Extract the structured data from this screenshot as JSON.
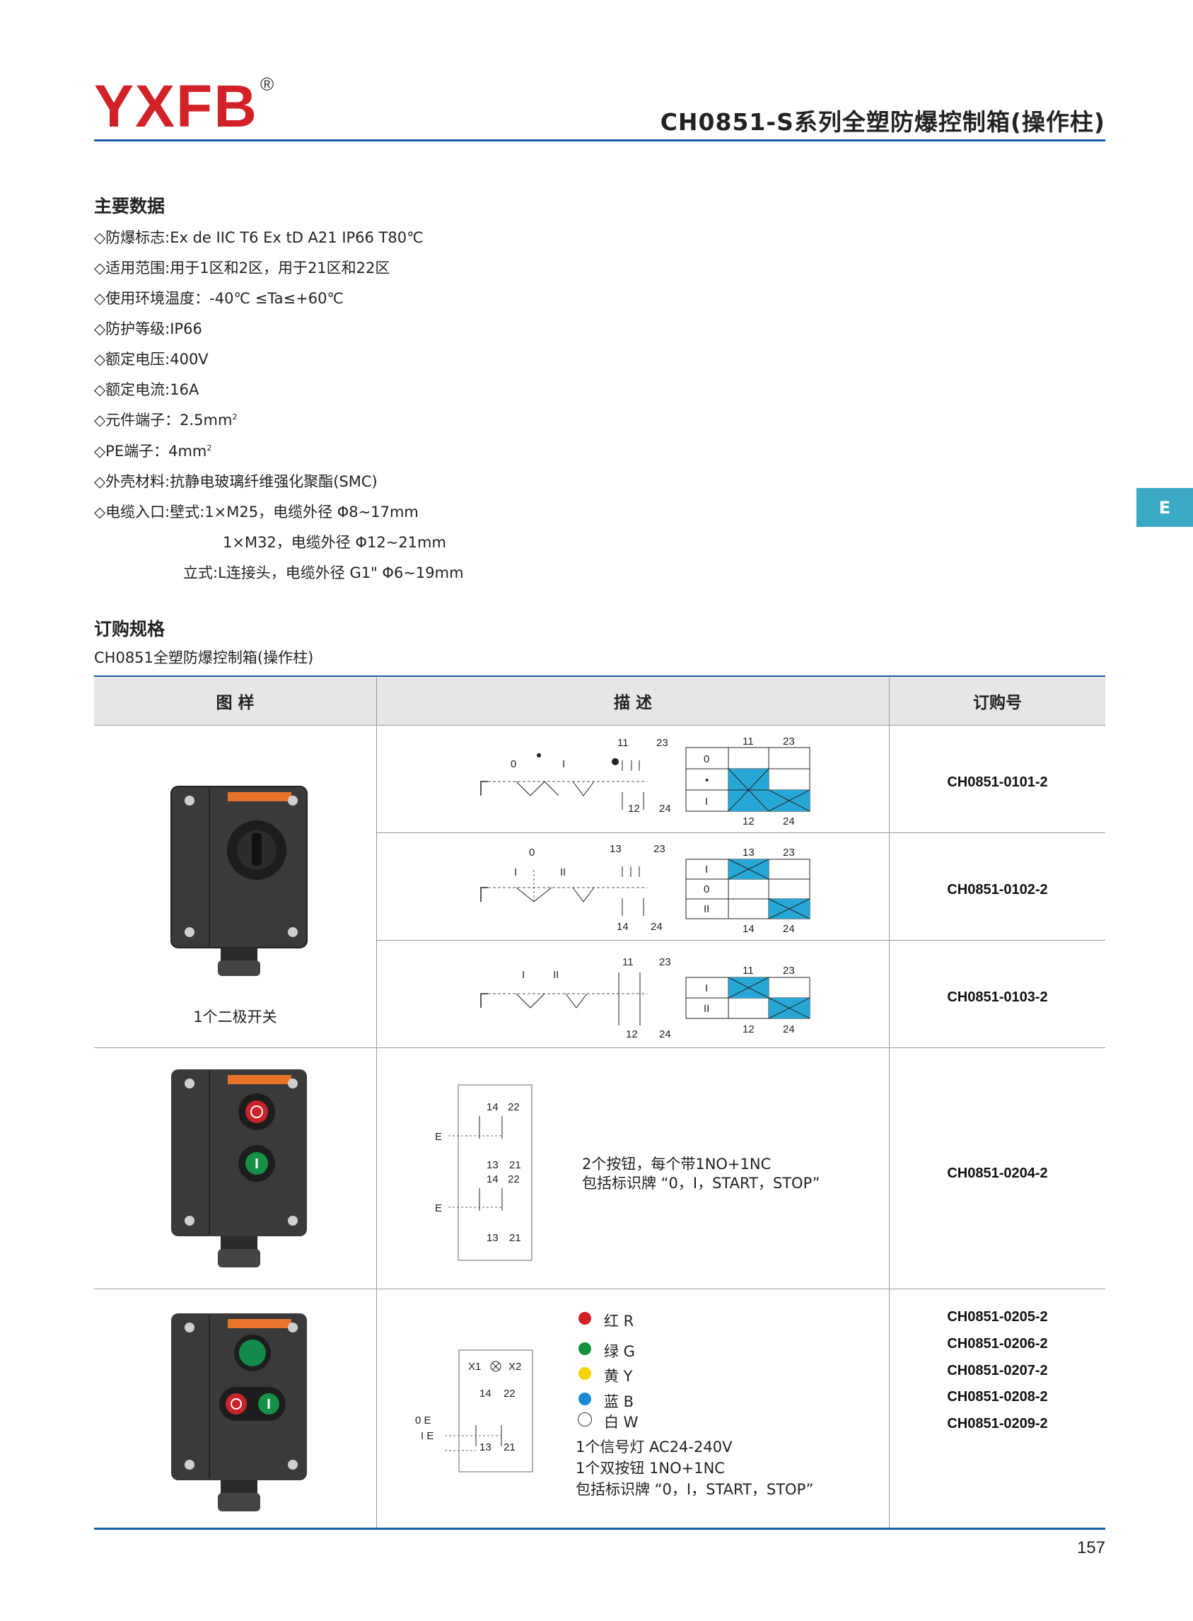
{
  "brand": {
    "logo": "YXFB",
    "registered": "®"
  },
  "header": {
    "title": "CH0851-S系列全塑防爆控制箱(操作柱)"
  },
  "side_tab": "E",
  "main_data": {
    "heading": "主要数据",
    "items": [
      "◇防爆标志:Ex de IIC T6   Ex tD A21 IP66 T80℃",
      "◇适用范围:用于1区和2区，用于21区和22区",
      "◇使用环境温度：-40℃ ≤Ta≤+60℃",
      "◇防护等级:IP66",
      "◇额定电压:400V",
      "◇额定电流:16A"
    ],
    "terminal_label": "◇元件端子：2.5mm",
    "terminal_sup": "2",
    "pe_label": "◇PE端子：4mm",
    "pe_sup": "2",
    "material": "◇外壳材料:抗静电玻璃纤维强化聚酯(SMC)",
    "cable_1": "◇电缆入口:壁式:1×M25，电缆外径  Φ8~17mm",
    "cable_2": "1×M32，电缆外径  Φ12~21mm",
    "cable_3": "立式:L连接头，电缆外径  G1\" Φ6~19mm"
  },
  "order_spec": {
    "heading": "订购规格",
    "subtitle": "CH0851全塑防爆控制箱(操作柱)"
  },
  "table": {
    "headers": [
      "图 样",
      "描 述",
      "订购号"
    ],
    "row1_caption": "1个二极开关",
    "codes": {
      "r1a": "CH0851-0101-2",
      "r1b": "CH0851-0102-2",
      "r1c": "CH0851-0103-2",
      "r2": "CH0851-0204-2",
      "r3": [
        "CH0851-0205-2",
        "CH0851-0206-2",
        "CH0851-0207-2",
        "CH0851-0208-2",
        "CH0851-0209-2"
      ]
    },
    "diagrams": {
      "a": {
        "pos_0": "0",
        "pos_1": "I",
        "t11": "11",
        "t23": "23",
        "t12": "12",
        "t24": "24",
        "rows": [
          "0",
          "•",
          "I"
        ]
      },
      "b": {
        "pos_0": "0",
        "pos_1": "I",
        "pos_2": "II",
        "t13": "13",
        "t23": "23",
        "t14": "14",
        "t24": "24",
        "rows": [
          "I",
          "0",
          "II"
        ]
      },
      "c": {
        "pos_1": "I",
        "pos_2": "II",
        "t11": "11",
        "t23": "23",
        "t12": "12",
        "t24": "24",
        "rows": [
          "I",
          "II"
        ]
      },
      "d": {
        "e": "E",
        "t14": "14",
        "t22": "22",
        "t13": "13",
        "t21": "21"
      },
      "e": {
        "x1": "X1",
        "x2": "X2",
        "oe": "0 E",
        "ie": "I E",
        "t14": "14",
        "t22": "22",
        "t13": "13",
        "t21": "21"
      }
    },
    "row2_desc": [
      "2个按钮，每个带1NO+1NC",
      "包括标识牌 “0，I，START，STOP”"
    ],
    "colors": [
      {
        "label": "红 R",
        "hex": "#d42027"
      },
      {
        "label": "绿 G",
        "hex": "#13913c"
      },
      {
        "label": "黄 Y",
        "hex": "#f5d400"
      },
      {
        "label": "蓝 B",
        "hex": "#1a8ad0"
      },
      {
        "label": "白 W",
        "hex": "#ffffff"
      }
    ],
    "row3_desc": [
      "1个信号灯   AC24-240V",
      "1个双按钮   1NO+1NC",
      "包括标识牌 “0，I，START，STOP”"
    ]
  },
  "page_number": "157"
}
